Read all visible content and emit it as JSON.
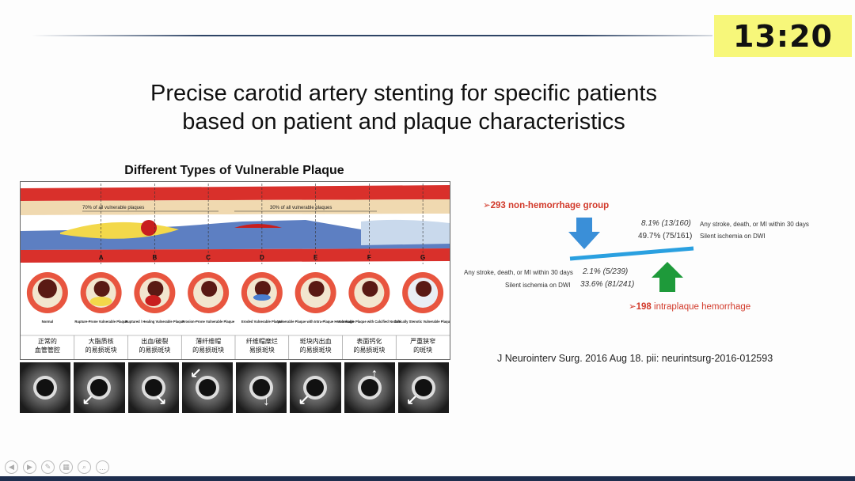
{
  "timer": "13:20",
  "slide": {
    "title_line1": "Precise carotid artery stenting for specific patients",
    "title_line2": "based on patient and plaque characteristics"
  },
  "figure": {
    "title": "Different Types of Vulnerable Plaque",
    "pct_70": "70% of all vulnerable plaques",
    "pct_30": "30% of all vulnerable plaques",
    "letters": [
      "A",
      "B",
      "C",
      "D",
      "E",
      "F",
      "G"
    ],
    "labels_en": [
      "Normal",
      "Rupture-Prone Vulnerable Plaque",
      "Ruptured / Healing Vulnerable Plaque",
      "Erosion-Prone Vulnerable Plaque",
      "Eroded Vulnerable Plaque",
      "Vulnerable Plaque with Intra-Plaque Hemorrhage",
      "Vulnerable Plaque with Calcified Nodule",
      "Critically Stenotic Vulnerable Plaque"
    ],
    "labels_cn_1": [
      "正常的",
      "大脂质核",
      "出血/破裂",
      "薄纤维帽",
      "纤维帽糜烂",
      "斑块内出血",
      "表面钙化",
      "严重狭窄"
    ],
    "labels_cn_2": [
      "血管管腔",
      "的易损斑块",
      "的易损斑块",
      "的易损斑块",
      "易损斑块",
      "的易损斑块",
      "的易损斑块",
      "的斑块"
    ]
  },
  "results": {
    "group_nonhem": "➢293 non-hemorrhage group",
    "group_hem_count": "➢198",
    "group_hem_label": "intraplaque hemorrhage",
    "nonhem_stroke_value": "8.1% (13/160)",
    "nonhem_stroke_label": "Any stroke, death, or MI within 30 days",
    "nonhem_dwi_value": "49.7% (75/161)",
    "nonhem_dwi_label": "Silent ischemia on DWI",
    "hem_stroke_label": "Any stroke, death, or MI within 30 days",
    "hem_stroke_value": "2.1% (5/239)",
    "hem_dwi_label": "Silent ischemia on DWI",
    "hem_dwi_value": "33.6% (81/241)"
  },
  "citation": "J Neurointerv Surg. 2016 Aug 18. pii: neurintsurg-2016-012593",
  "colors": {
    "timer_bg": "#f7f77a",
    "accent_red": "#d23a2b",
    "arrow_blue": "#3a8fd8",
    "arrow_green": "#1e9a3a",
    "seesaw_line": "#2aa0e0"
  }
}
